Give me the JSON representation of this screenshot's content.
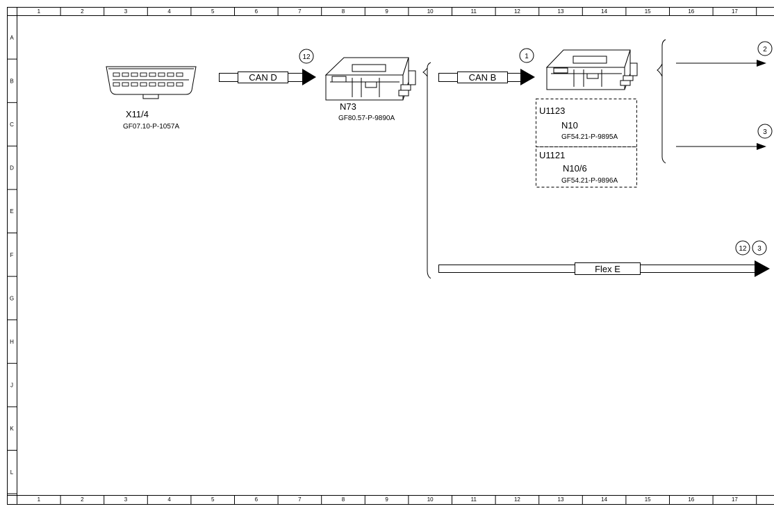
{
  "grid": {
    "columns": [
      "1",
      "2",
      "3",
      "4",
      "5",
      "6",
      "7",
      "8",
      "9",
      "10",
      "11",
      "12",
      "13",
      "14",
      "15",
      "16",
      "17"
    ],
    "rows": [
      "A",
      "B",
      "C",
      "D",
      "E",
      "F",
      "G",
      "H",
      "J",
      "K",
      "L"
    ]
  },
  "components": {
    "diag_connector": {
      "name": "X11/4",
      "ref": "GF07.10-P-1057A"
    },
    "gateway": {
      "name": "N73",
      "ref": "GF80.57-P-9890A"
    },
    "sam_front": {
      "fault_code": "U1123",
      "name": "N10",
      "ref": "GF54.21-P-9895A"
    },
    "sam_sub": {
      "fault_code": "U1121",
      "name": "N10/6",
      "ref": "GF54.21-P-9896A"
    }
  },
  "buses": {
    "can_d": {
      "label": "CAN D",
      "marker": "12"
    },
    "can_b": {
      "label": "CAN B",
      "marker": "1"
    },
    "flex_e": {
      "label": "Flex E",
      "markers": [
        "12",
        "3"
      ]
    }
  },
  "page_refs": [
    "2",
    "3"
  ]
}
